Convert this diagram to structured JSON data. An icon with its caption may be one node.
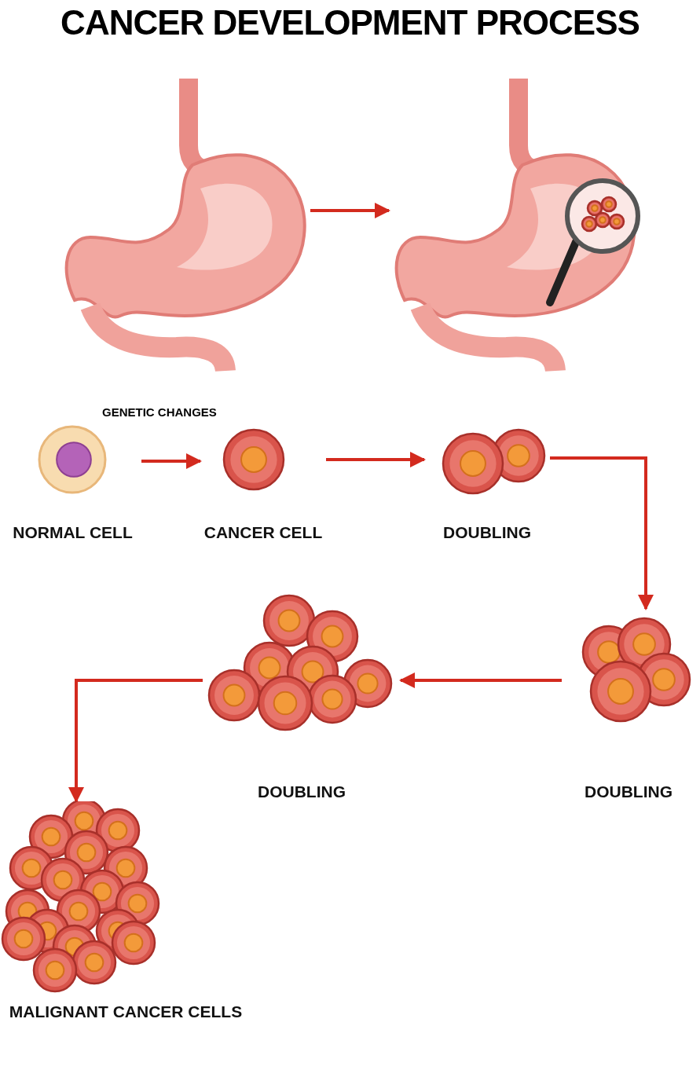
{
  "diagram": {
    "title": "CANCER DEVELOPMENT PROCESS",
    "nodes": [
      {
        "text": [],
        "shape": "picture"
      },
      {
        "text": [],
        "shape": "picture"
      },
      {
        "text": [
          "NORMAL CELL"
        ]
      },
      {
        "text": [
          "CANCER CELL"
        ]
      },
      {
        "text": [
          "DOUBLING"
        ]
      },
      {
        "text": [
          "DOUBLING"
        ]
      },
      {
        "text": [
          "DOUBLING"
        ]
      },
      {
        "text": [
          "MALIGNANT CANCER CELLS"
        ]
      }
    ],
    "edges": [
      {
        "from": 0,
        "to": 1,
        "arrow": "to"
      },
      {
        "from": 2,
        "to": 3,
        "arrow": "to",
        "label": "GENETIC CHANGES"
      },
      {
        "from": 3,
        "to": 4,
        "arrow": "to"
      },
      {
        "from": 4,
        "to": 5,
        "arrow": "to"
      },
      {
        "from": 5,
        "to": 6,
        "arrow": "to"
      },
      {
        "from": 6,
        "to": 7,
        "arrow": "to"
      }
    ]
  }
}
